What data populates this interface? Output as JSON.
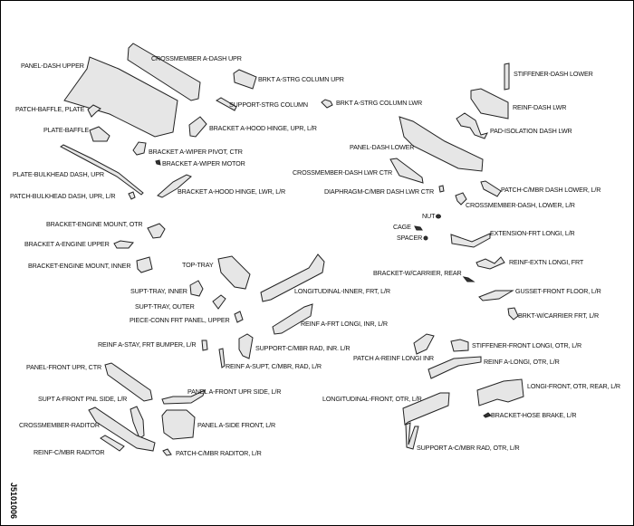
{
  "figure_code": "J5101006",
  "labels": {
    "panel_dash_upper": "PANEL-DASH UPPER",
    "crossmember_a_dash_upr": "CROSSMEMBER A-DASH UPR",
    "brkt_strg_col_upr": "BRKT A-STRG COLUMN UPR",
    "support_strg_column": "SUPPORT-STRG COLUMN",
    "brkt_strg_col_lwr": "BRKT A-STRG COLUMN LWR",
    "stiffener_dash_lower": "STIFFENER-DASH LOWER",
    "reinf_dash_lwr": "REINF-DASH LWR",
    "patch_baffle_plate": "PATCH-BAFFLE, PLATE",
    "bracket_hood_hinge_upr": "BRACKET A-HOOD HINGE, UPR, L/R",
    "pad_isolation_dash_lwr": "PAD-ISOLATION DASH LWR",
    "plate_baffle": "PLATE-BAFFLE",
    "bracket_wiper_pivot": "BRACKET A-WIPER PIVOT, CTR",
    "bracket_wiper_motor": "BRACKET A-WIPER MOTOR",
    "panel_dash_lower": "PANEL-DASH LOWER",
    "plate_bulkhead_dash_upr": "PLATE-BULKHEAD DASH, UPR",
    "crossmember_dash_lwr_ctr": "CROSSMEMBER-DASH LWR CTR",
    "patch_bulkhead_dash": "PATCH-BULKHEAD DASH, UPR, L/R",
    "bracket_hood_hinge_lwr": "BRACKET A-HOOD HINGE, LWR, L/R",
    "diaphragm": "DIAPHRAGM-C/MBR DASH LWR CTR",
    "patch_cmbr_dash_lower": "PATCH-C/MBR DASH LOWER, L/R",
    "crossmember_dash_lower": "CROSSMEMBER-DASH, LOWER, L/R",
    "nut": "NUT",
    "cage": "CAGE",
    "spacer": "SPACER",
    "extension_frt_longi": "EXTENSION-FRT LONGI, L/R",
    "bracket_engine_mount_otr": "BRACKET-ENGINE MOUNT, OTR",
    "bracket_engine_upper": "BRACKET A-ENGINE UPPER",
    "bracket_engine_mount_inner": "BRACKET-ENGINE MOUNT, INNER",
    "reinf_extn_longi": "REINF-EXTN LONGI, FRT",
    "top_tray": "TOP-TRAY",
    "bracket_wcarrier_rear": "BRACKET-W/CARRIER, REAR",
    "supt_tray_inner": "SUPT-TRAY, INNER",
    "longitudinal_inner": "LONGITUDINAL-INNER, FRT, L/R",
    "gusset_front_floor": "GUSSET-FRONT FLOOR, L/R",
    "supt_tray_outer": "SUPT-TRAY, OUTER",
    "piece_conn": "PIECE-CONN FRT PANEL, UPPER",
    "brkt_wcarrier_frt": "BRKT-W/CARRIER FRT, L/R",
    "reinf_frt_longi_inr": "REINF A-FRT LONGI, INR, L/R",
    "reinf_stay_bumper": "REINF A-STAY, FRT BUMPER, L/R",
    "support_cmbr_rad_inr": "SUPPORT-C/MBR RAD, INR. L/R",
    "stiffener_front_longi": "STIFFENER-FRONT LONGI, OTR, L/R",
    "patch_reinf_longi_inr": "PATCH A-REINF LONGI INR",
    "reinf_supt_cmbr": "REINF A-SUPT, C/MBR, RAD, L/R",
    "reinf_longi_otr": "REINF A-LONGI, OTR, L/R",
    "panel_front_upr_ctr": "PANEL-FRONT UPR, CTR",
    "longi_front_otr_rear": "LONGI-FRONT, OTR, REAR, L/R",
    "panel_front_upr_side": "PANEL A-FRONT UPR SIDE, L/R",
    "supt_front_pnl_side": "SUPT A-FRONT PNL SIDE, L/R",
    "longitudinal_front_otr": "LONGITUDINAL-FRONT, OTR, L/R",
    "bracket_hose_brake": "BRACKET-HOSE BRAKE, L/R",
    "panel_side_front": "PANEL A-SIDE FRONT, L/R",
    "crossmember_raditor": "CROSSMEMBER-RADITOR",
    "support_cmbr_rad_otr": "SUPPORT A-C/MBR RAD, OTR, L/R",
    "reinf_cmbr_raditor": "REINF-C/MBR RADITOR",
    "patch_cmbr_raditor": "PATCH-C/MBR RADITOR, L/R"
  }
}
